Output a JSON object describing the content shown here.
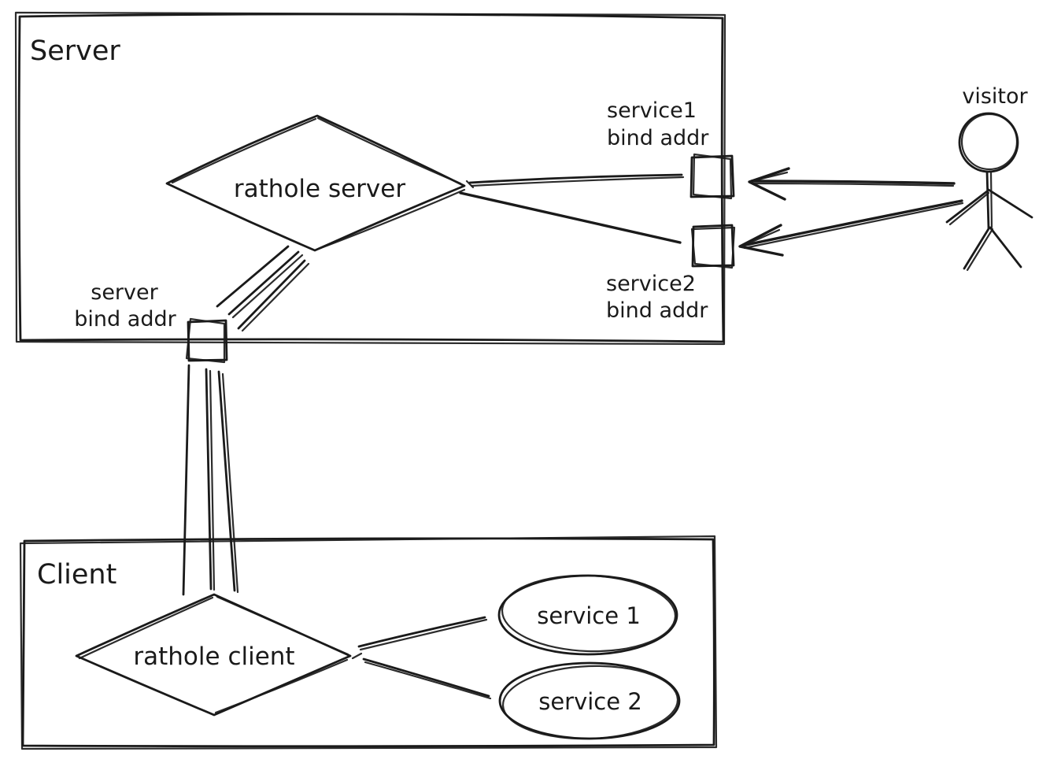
{
  "diagram": {
    "type": "hand-drawn-architecture-sketch",
    "background_color": "#ffffff",
    "stroke_color": "#1a1a1a",
    "labels": {
      "server_title": "Server",
      "client_title": "Client",
      "rathole_server": "rathole server",
      "rathole_client": "rathole client",
      "service1_ellipse": "service 1",
      "service2_ellipse": "service 2",
      "visitor": "visitor",
      "service1_bind": [
        "service1",
        "bind addr"
      ],
      "service2_bind": [
        "service2",
        "bind addr"
      ],
      "server_bind": [
        "server",
        "bind addr"
      ]
    },
    "containers": [
      {
        "id": "server-box",
        "title": "Server",
        "children": [
          "rathole server",
          "service1 bind addr",
          "service2 bind addr",
          "server bind addr"
        ]
      },
      {
        "id": "client-box",
        "title": "Client",
        "children": [
          "rathole client",
          "service 1",
          "service 2"
        ]
      }
    ],
    "nodes": [
      {
        "id": "rathole-server",
        "shape": "diamond",
        "label": "rathole server"
      },
      {
        "id": "rathole-client",
        "shape": "diamond",
        "label": "rathole client"
      },
      {
        "id": "service-1",
        "shape": "ellipse",
        "label": "service 1"
      },
      {
        "id": "service-2",
        "shape": "ellipse",
        "label": "service 2"
      },
      {
        "id": "visitor",
        "shape": "stick-figure",
        "label": "visitor"
      },
      {
        "id": "service1-bind-addr",
        "shape": "small-square",
        "label": "service1 bind addr",
        "on": "server box right edge"
      },
      {
        "id": "service2-bind-addr",
        "shape": "small-square",
        "label": "service2 bind addr",
        "on": "server box right edge"
      },
      {
        "id": "server-bind-addr",
        "shape": "small-square",
        "label": "server bind addr",
        "on": "server box bottom edge"
      }
    ],
    "edges": [
      {
        "from": "rathole-server",
        "to": "service1-bind-addr",
        "style": "double-line"
      },
      {
        "from": "rathole-server",
        "to": "service2-bind-addr",
        "style": "line"
      },
      {
        "from": "rathole-server",
        "to": "server-bind-addr",
        "style": "triple-line"
      },
      {
        "from": "server-bind-addr",
        "to": "rathole-client",
        "style": "triple-line"
      },
      {
        "from": "rathole-client",
        "to": "service-1",
        "style": "double-line"
      },
      {
        "from": "rathole-client",
        "to": "service-2",
        "style": "double-line"
      },
      {
        "from": "visitor",
        "to": "service1-bind-addr",
        "style": "arrow"
      },
      {
        "from": "visitor",
        "to": "service2-bind-addr",
        "style": "arrow"
      }
    ]
  }
}
